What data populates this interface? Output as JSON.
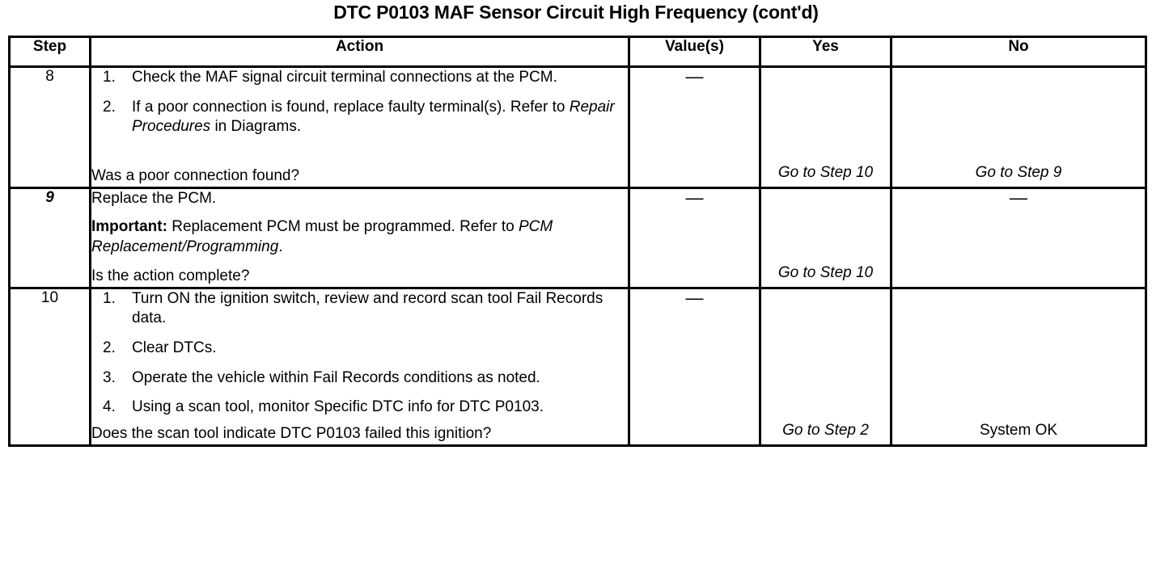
{
  "document": {
    "title": "DTC P0103 MAF Sensor Circuit High Frequency (cont'd)"
  },
  "table": {
    "headers": {
      "step": "Step",
      "action": "Action",
      "value": "Value(s)",
      "yes": "Yes",
      "no": "No"
    },
    "rows": [
      {
        "step": "8",
        "step_style": "normal",
        "items": [
          {
            "num": "1.",
            "text": "Check the MAF signal circuit terminal connections at the PCM."
          },
          {
            "num": "2.",
            "text_pre": "If a poor connection is found, replace faulty terminal(s). Refer to ",
            "text_em": "Repair Procedures",
            "text_post": " in Diagrams."
          }
        ],
        "question": "Was a poor connection found?",
        "value": "—",
        "yes": "Go to Step 10",
        "yes_style": "italic",
        "no": "Go to Step 9",
        "no_style": "italic"
      },
      {
        "step": "9",
        "step_style": "italic",
        "para1": "Replace the PCM.",
        "para2_bold": "Important:",
        "para2_pre": " Replacement PCM must be programmed. Refer to ",
        "para2_em": "PCM Replacement/Programming",
        "para2_post": ".",
        "question": "Is the action complete?",
        "value": "—",
        "yes": "Go to Step 10",
        "yes_style": "italic",
        "no": "—",
        "no_style": "dash"
      },
      {
        "step": "10",
        "step_style": "normal",
        "items": [
          {
            "num": "1.",
            "text": "Turn ON the ignition switch, review and record scan tool Fail Records data."
          },
          {
            "num": "2.",
            "text": "Clear DTCs."
          },
          {
            "num": "3.",
            "text": "Operate the vehicle within Fail Records conditions as noted."
          },
          {
            "num": "4.",
            "text": "Using a scan tool, monitor Specific DTC info for DTC P0103."
          }
        ],
        "question": "Does the scan tool indicate DTC P0103 failed this ignition?",
        "value": "—",
        "yes": "Go to Step 2",
        "yes_style": "italic",
        "no": "System OK",
        "no_style": "plain"
      }
    ]
  }
}
